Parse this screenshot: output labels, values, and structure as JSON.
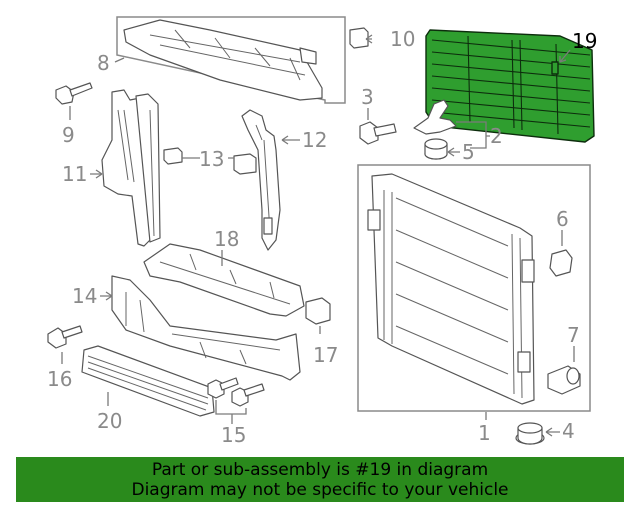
{
  "highlighted_part": "19",
  "callouts": [
    "1",
    "2",
    "3",
    "4",
    "5",
    "6",
    "7",
    "8",
    "9",
    "10",
    "11",
    "12",
    "13",
    "14",
    "15",
    "16",
    "17",
    "18",
    "19",
    "20"
  ],
  "banner": {
    "line1": "Part or sub-assembly is #19 in diagram",
    "line2": "Diagram may not be specific to your vehicle"
  },
  "colors": {
    "highlight": "#2f9e2f",
    "banner": "#2a8a1c",
    "linework": "#555555",
    "label": "#8a8a8a"
  }
}
